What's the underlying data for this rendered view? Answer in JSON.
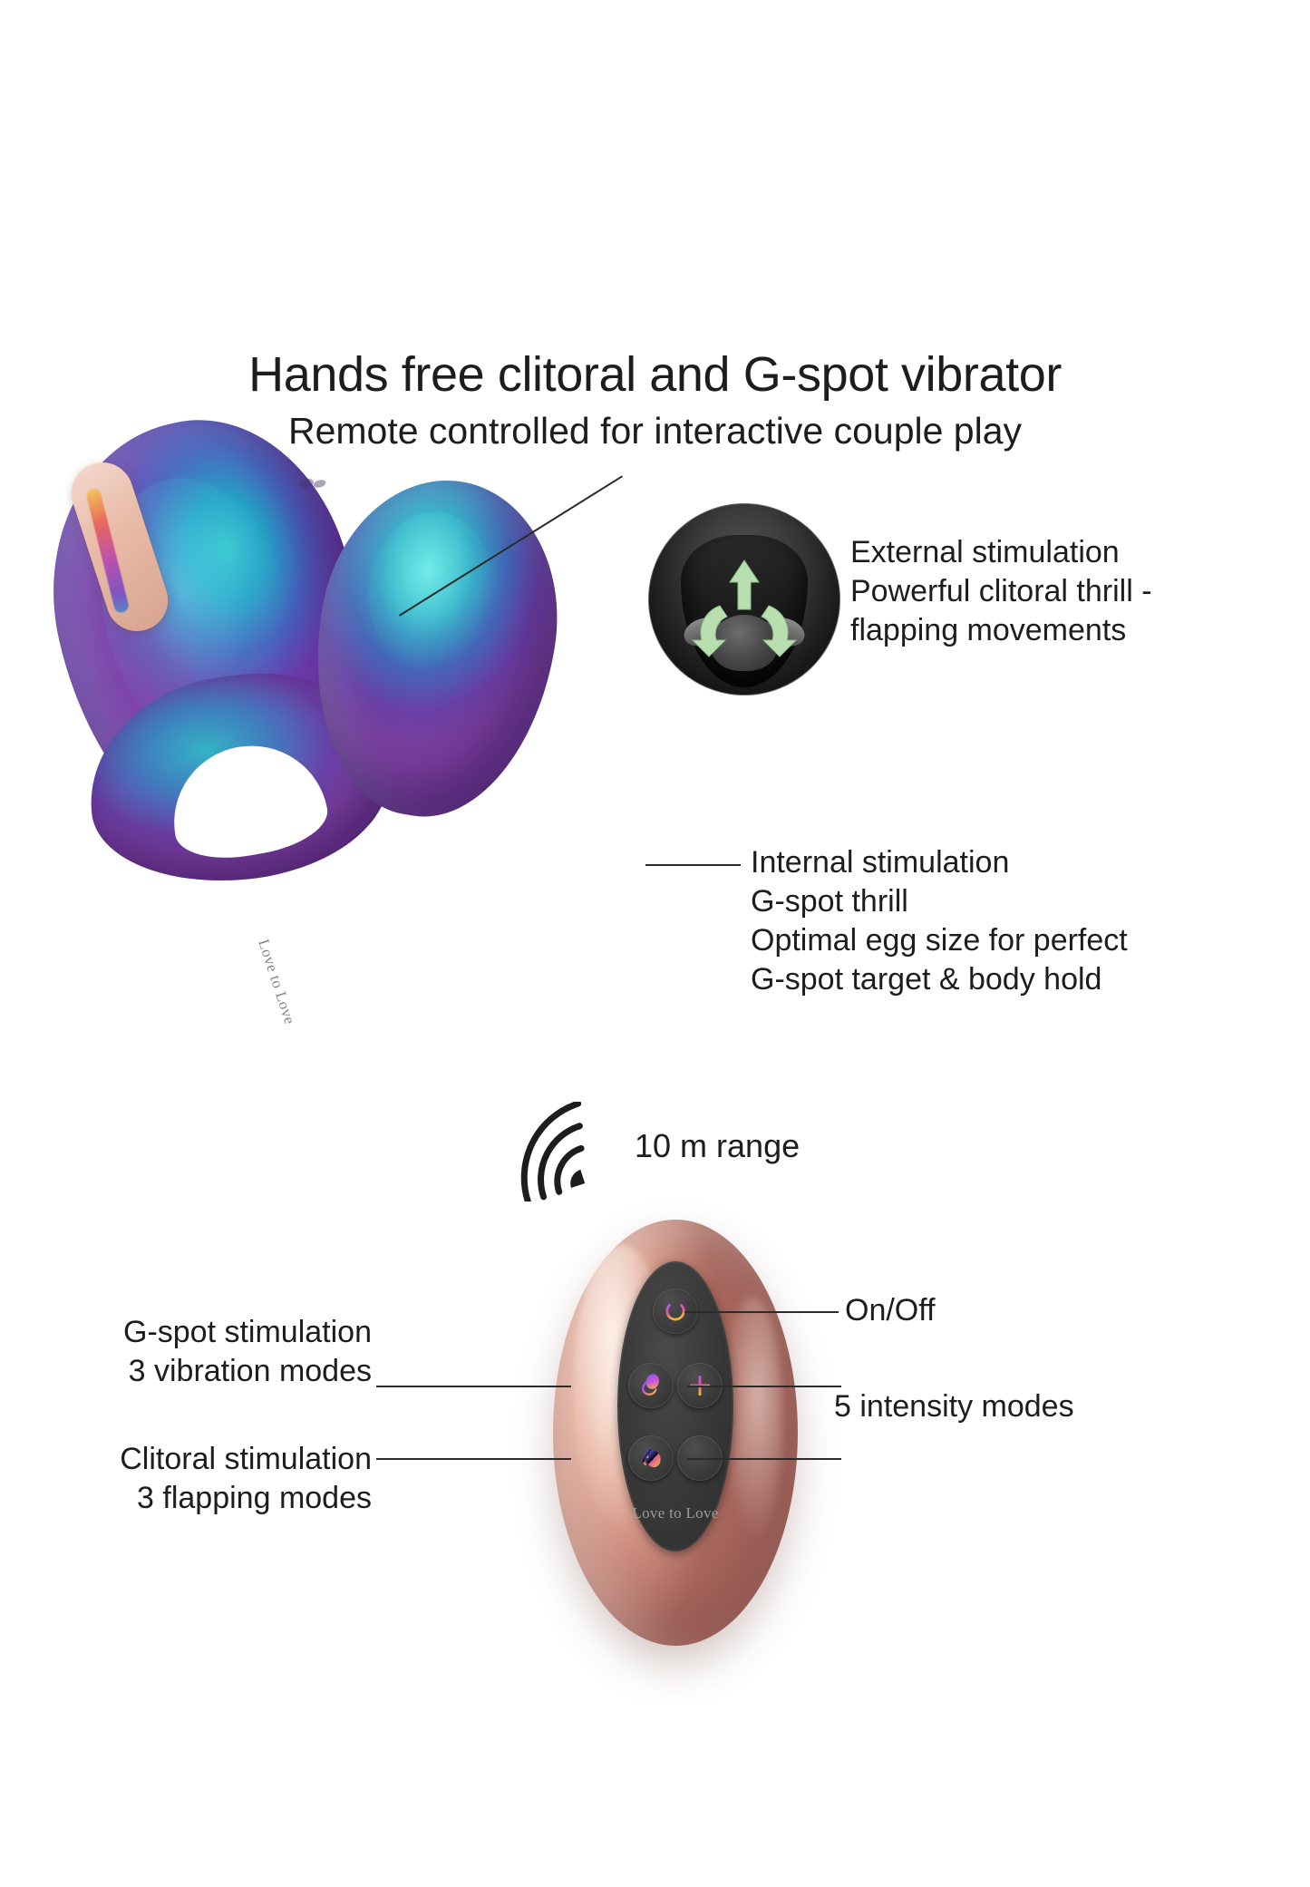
{
  "header": {
    "title": "Hands free clitoral and G-spot vibrator",
    "subtitle": "Remote controlled for interactive couple play"
  },
  "callouts": {
    "external": {
      "line1": "External stimulation",
      "line2": "Powerful clitoral thrill -",
      "line3": "flapping movements"
    },
    "internal": {
      "line1": "Internal stimulation",
      "line2": "G-spot thrill",
      "line3": "Optimal egg size for perfect",
      "line4": "G-spot target & body hold"
    },
    "range": "10 m range",
    "gspot": {
      "line1": "G-spot stimulation",
      "line2": "3 vibration modes"
    },
    "clitoral": {
      "line1": "Clitoral stimulation",
      "line2": "3 flapping modes"
    },
    "onoff": "On/Off",
    "intensity": "5 intensity modes"
  },
  "product": {
    "brand_emboss": "Love to Love"
  },
  "remote": {
    "brand": "Love to Love",
    "buttons": {
      "power": "power-button",
      "gspot": "g-spot-mode-button",
      "plus": "intensity-up-button",
      "clitoral": "clitoral-mode-button",
      "minus": "intensity-down-button"
    }
  },
  "icons": {
    "wifi": "wireless-range-icon",
    "power": "power-icon",
    "plus": "plus-icon",
    "minus": "minus-icon",
    "gspot_glyph": "g-spot-vibrator-icon",
    "clitoral_glyph": "clitoral-vibrator-icon",
    "arrow_up": "arrow-up-icon",
    "arrow_left": "arrow-curve-left-icon",
    "arrow_right": "arrow-curve-right-icon"
  },
  "colors": {
    "background": "#ffffff",
    "text": "#1d1d1b",
    "leader_line": "#2b2b2b",
    "device_teal": "#33b3c4",
    "device_purple": "#6b3fa6",
    "rose_gold": "#d99e8c",
    "panel_dark": "#3a3a3a",
    "arrow_green": "#b9dfb0",
    "accent_pink": "#e85aa8",
    "accent_violet": "#8a5cf0",
    "accent_yellow": "#f2b23a"
  }
}
